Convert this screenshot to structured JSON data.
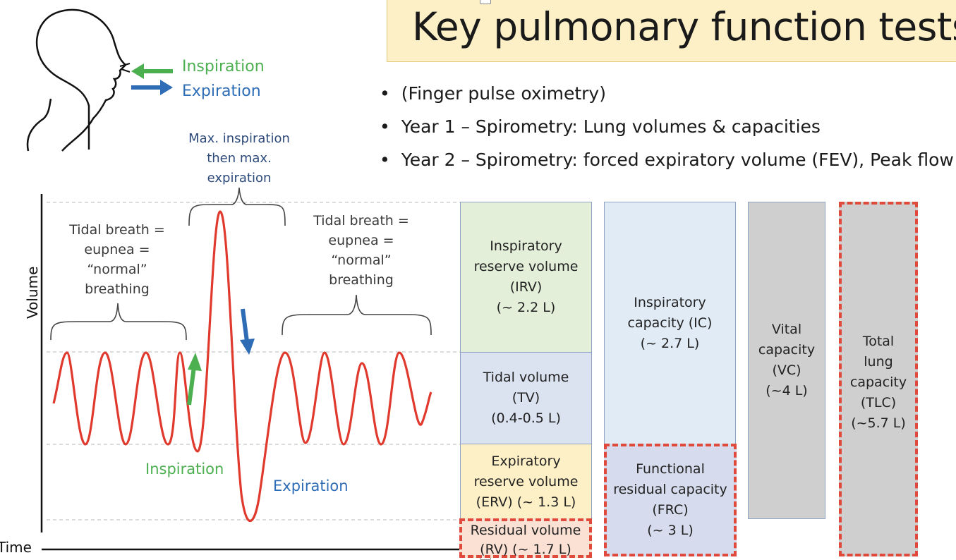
{
  "title": "Key pulmonary function tests",
  "bullets": [
    "(Finger pulse oximetry)",
    "Year 1 – Spirometry: Lung volumes & capacities",
    "Year 2 – Spirometry: forced expiratory volume (FEV), Peak flow"
  ],
  "legend": {
    "inspiration": "Inspiration",
    "expiration": "Expiration"
  },
  "colors": {
    "inspiration": "#4caf50",
    "expiration": "#2e6db6",
    "trace": "#e03a2f",
    "title_bg": "#fdf0c6"
  },
  "graph": {
    "y_label": "Volume",
    "x_label": "Time",
    "left_brace_label": "Tidal breath =\neupnea =\n“normal”\nbreathing",
    "right_brace_label": "Tidal breath =\neupnea =\n“normal”\nbreathing",
    "top_brace_label": "Max. inspiration\nthen max.\nexpiration",
    "inspiration_label": "Inspiration",
    "expiration_label": "Expiration"
  },
  "volumes": {
    "irv": "Inspiratory\nreserve volume\n(IRV)\n(~ 2.2 L)",
    "tv": "Tidal volume\n(TV)\n(0.4-0.5 L)",
    "erv": "Expiratory\nreserve volume\n(ERV) (~ 1.3 L)",
    "rv": "Residual volume\n(RV) (~ 1.7 L)",
    "ic": "Inspiratory\ncapacity (IC)\n(~ 2.7 L)",
    "frc": "Functional\nresidual capacity\n(FRC)\n(~ 3 L)",
    "vc": "Vital\ncapacity\n(VC)\n(~4 L)",
    "tlc": "Total\nlung\ncapacity\n(TLC)\n(~5.7 L)"
  },
  "box_colors": {
    "irv": "#e3efd9",
    "tv": "#dbe3f1",
    "erv": "#fdf0c6",
    "rv": "#fbe1d3",
    "ic": "#e0ebf6",
    "frc": "#d6dced",
    "vc": "#cfcfcf",
    "tlc": "#cfcfcf"
  }
}
